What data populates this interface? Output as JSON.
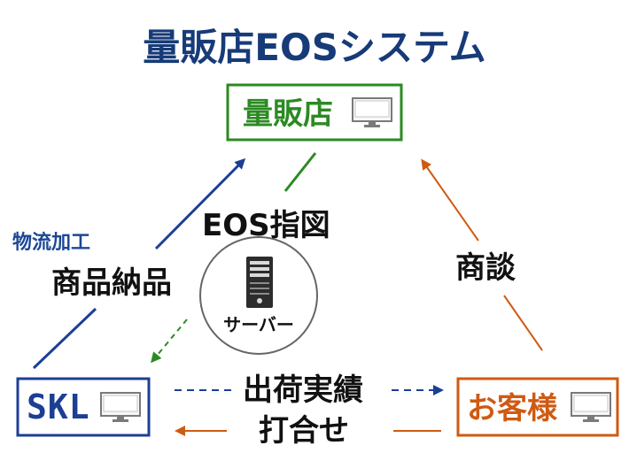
{
  "title": "量販店EOSシステム",
  "nodes": {
    "mass_retailer": {
      "label": "量販店",
      "color": "#2b8a22"
    },
    "skl": {
      "label": "SKL",
      "color": "#1c3f94"
    },
    "customer": {
      "label": "お客様",
      "color": "#cf5a12"
    },
    "server": {
      "label": "サーバー"
    }
  },
  "edges": {
    "distribution_processing": "物流加工",
    "product_delivery": "商品納品",
    "eos_instruction": "EOS指図",
    "negotiation": "商談",
    "shipping_results": "出荷実績",
    "coordination": "打合せ"
  },
  "colors": {
    "title": "#173b78",
    "blue": "#1c3f94",
    "green": "#2b8a22",
    "orange": "#cf5a12"
  },
  "icons": {
    "computer": "monitor-icon",
    "server": "server-tower-icon"
  }
}
